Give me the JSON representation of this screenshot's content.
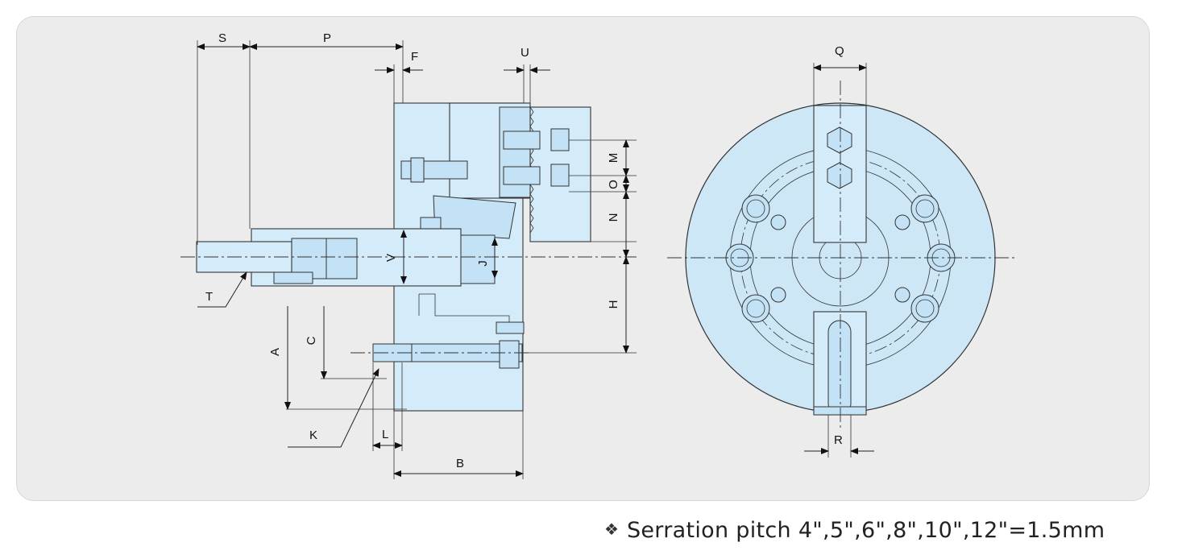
{
  "dimension_labels": {
    "S": "S",
    "P": "P",
    "F": "F",
    "U": "U",
    "Q": "Q",
    "M": "M",
    "O": "O",
    "N": "N",
    "J": "J",
    "V": "V",
    "H": "H",
    "T": "T",
    "A": "A",
    "C": "C",
    "K": "K",
    "L": "L",
    "B": "B",
    "R": "R"
  },
  "note": {
    "icon": "four-diamond-icon",
    "text": "Serration pitch 4\",5\",6\",8\",10\",12\"=1.5mm"
  },
  "colors": {
    "part_fill": "#d4ecfa",
    "panel_bg": "#ececec"
  }
}
